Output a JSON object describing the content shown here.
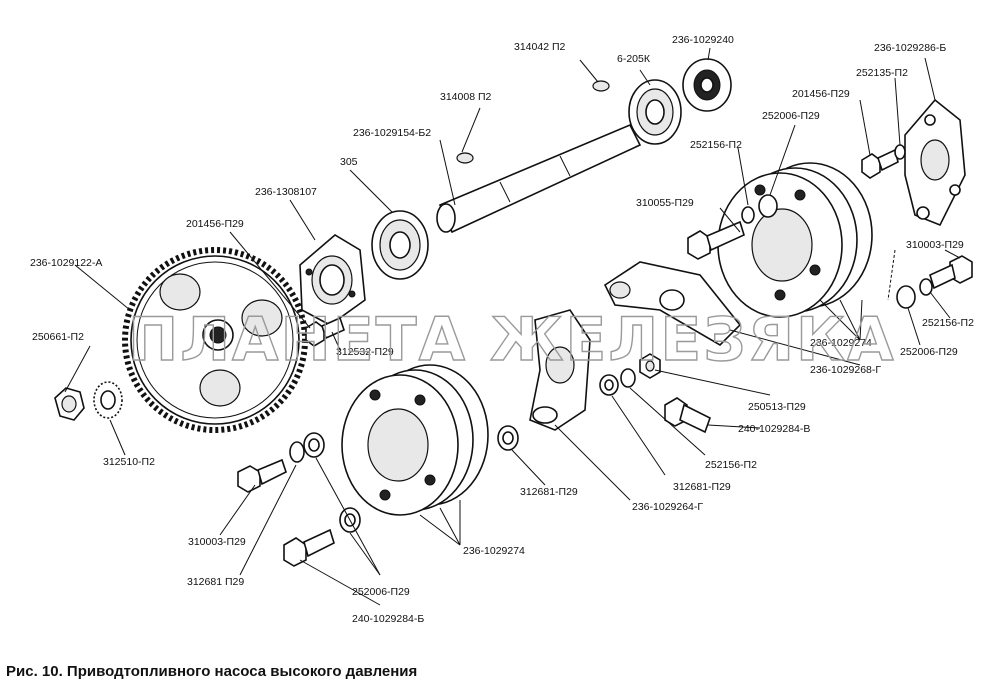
{
  "caption": "Рис. 10. Приводтопливного насоса высокого давления",
  "watermark": "ПЛАНЕТА ЖЕЛЕЗЯКА",
  "labels": {
    "l_314042_p2": "314042 П2",
    "l_6_205k": "6-205К",
    "l_236_1029240": "236-1029240",
    "l_236_1029286_b": "236-1029286-Б",
    "l_252135_p2": "252135-П2",
    "l_201456_p29_right": "201456-П29",
    "l_314008_p2": "314008 П2",
    "l_252006_p29_top": "252006-П29",
    "l_236_1029154_b2": "236-1029154-Б2",
    "l_252156_p2_top": "252156-П2",
    "l_305": "305",
    "l_236_1308107": "236-1308107",
    "l_310055_p29": "310055-П29",
    "l_201456_p29_left": "201456-П29",
    "l_310003_p29_right": "310003-П29",
    "l_236_1029122_a": "236-1029122-А",
    "l_252156_p2_right": "252156-П2",
    "l_250661_p2": "250661-П2",
    "l_236_1029274_top": "236-1029274",
    "l_252006_p29_right": "252006-П29",
    "l_312532_p29": "312532-П29",
    "l_236_1029268_g": "236-1029268-Г",
    "l_250513_p29": "250513-П29",
    "l_240_1029284_v": "240-1029284-В",
    "l_312510_p2": "312510-П2",
    "l_252156_p2_mid": "252156-П2",
    "l_312681_p29_mid": "312681-П29",
    "l_312681_p29_left": "312681-П29",
    "l_236_1029264_g": "236-1029264-Г",
    "l_310003_p29_left": "310003-П29",
    "l_236_1029274_bottom": "236-1029274",
    "l_312681_p29_bottom": "312681 П29",
    "l_252006_p29_bottom": "252006-П29",
    "l_240_1029284_b": "240-1029284-Б"
  }
}
